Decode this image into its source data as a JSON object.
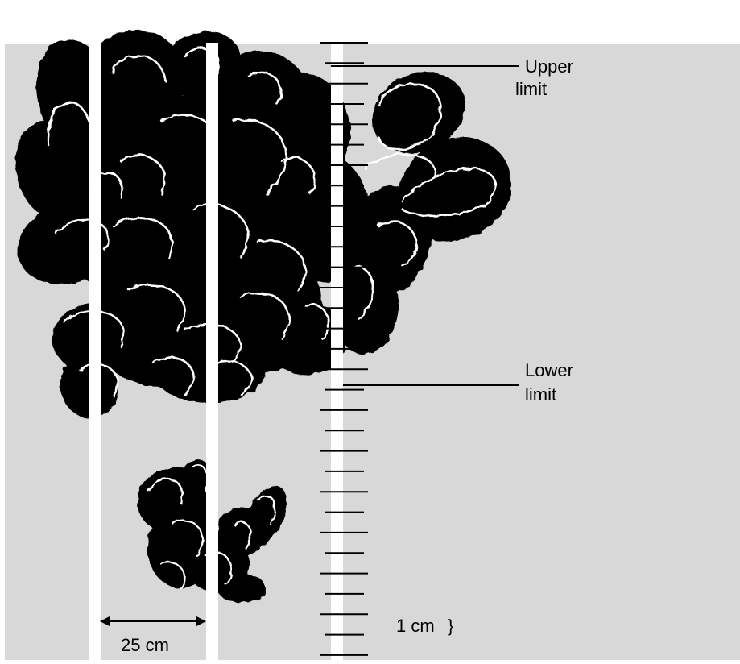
{
  "labels": {
    "upper_limit_line1": "Upper",
    "upper_limit_line2": "limit",
    "lower_limit_line1": "Lower",
    "lower_limit_line2": "limit",
    "scale_unit": "1 cm",
    "width_dimension": "25 cm"
  },
  "colors": {
    "background": "#d8d8d8",
    "page": "#ffffff",
    "organism": "#000000",
    "outline": "#ffffff",
    "ruler_tick": "#000000"
  }
}
